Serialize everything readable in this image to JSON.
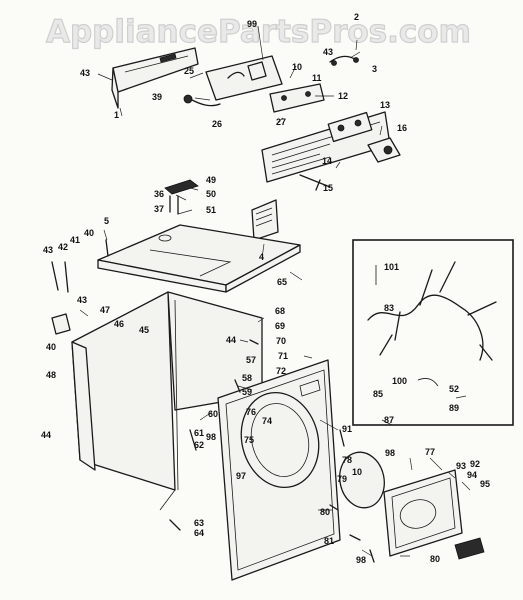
{
  "watermark": "AppliancePartsPros.com",
  "diagram": {
    "labels": [
      {
        "id": "p99",
        "text": "99"
      },
      {
        "id": "p2",
        "text": "2"
      },
      {
        "id": "p43a",
        "text": "43"
      },
      {
        "id": "p3",
        "text": "3"
      },
      {
        "id": "p43b",
        "text": "43"
      },
      {
        "id": "p1",
        "text": "1"
      },
      {
        "id": "p25",
        "text": "25"
      },
      {
        "id": "p10a",
        "text": "10"
      },
      {
        "id": "p11",
        "text": "11"
      },
      {
        "id": "p39",
        "text": "39"
      },
      {
        "id": "p26",
        "text": "26"
      },
      {
        "id": "p12",
        "text": "12"
      },
      {
        "id": "p27",
        "text": "27"
      },
      {
        "id": "p13",
        "text": "13"
      },
      {
        "id": "p16",
        "text": "16"
      },
      {
        "id": "p14",
        "text": "14"
      },
      {
        "id": "p15",
        "text": "15"
      },
      {
        "id": "p49",
        "text": "49"
      },
      {
        "id": "p36",
        "text": "36"
      },
      {
        "id": "p50",
        "text": "50"
      },
      {
        "id": "p37",
        "text": "37"
      },
      {
        "id": "p51",
        "text": "51"
      },
      {
        "id": "p5",
        "text": "5"
      },
      {
        "id": "p43c",
        "text": "43"
      },
      {
        "id": "p42",
        "text": "42"
      },
      {
        "id": "p41",
        "text": "41"
      },
      {
        "id": "p40a",
        "text": "40"
      },
      {
        "id": "p4",
        "text": "4"
      },
      {
        "id": "p65",
        "text": "65"
      },
      {
        "id": "p43d",
        "text": "43"
      },
      {
        "id": "p47",
        "text": "47"
      },
      {
        "id": "p46",
        "text": "46"
      },
      {
        "id": "p45",
        "text": "45"
      },
      {
        "id": "p40b",
        "text": "40"
      },
      {
        "id": "p68",
        "text": "68"
      },
      {
        "id": "p69",
        "text": "69"
      },
      {
        "id": "p44a",
        "text": "44"
      },
      {
        "id": "p70",
        "text": "70"
      },
      {
        "id": "p71",
        "text": "71"
      },
      {
        "id": "p57",
        "text": "57"
      },
      {
        "id": "p72",
        "text": "72"
      },
      {
        "id": "p48",
        "text": "48"
      },
      {
        "id": "p58",
        "text": "58"
      },
      {
        "id": "p59",
        "text": "59"
      },
      {
        "id": "p60",
        "text": "60"
      },
      {
        "id": "p76",
        "text": "76"
      },
      {
        "id": "p74",
        "text": "74"
      },
      {
        "id": "p75",
        "text": "75"
      },
      {
        "id": "p61",
        "text": "61"
      },
      {
        "id": "p98a",
        "text": "98"
      },
      {
        "id": "p62",
        "text": "62"
      },
      {
        "id": "p44b",
        "text": "44"
      },
      {
        "id": "p91",
        "text": "91"
      },
      {
        "id": "p98b",
        "text": "98"
      },
      {
        "id": "p77",
        "text": "77"
      },
      {
        "id": "p78",
        "text": "78"
      },
      {
        "id": "p92",
        "text": "92"
      },
      {
        "id": "p93",
        "text": "93"
      },
      {
        "id": "p94",
        "text": "94"
      },
      {
        "id": "p97",
        "text": "97"
      },
      {
        "id": "p10b",
        "text": "10"
      },
      {
        "id": "p79",
        "text": "79"
      },
      {
        "id": "p95",
        "text": "95"
      },
      {
        "id": "p80a",
        "text": "80"
      },
      {
        "id": "p63",
        "text": "63"
      },
      {
        "id": "p64",
        "text": "64"
      },
      {
        "id": "p81",
        "text": "81"
      },
      {
        "id": "p98c",
        "text": "98"
      },
      {
        "id": "p80b",
        "text": "80"
      },
      {
        "id": "p101",
        "text": "101"
      },
      {
        "id": "p83",
        "text": "83"
      },
      {
        "id": "p100",
        "text": "100"
      },
      {
        "id": "p85",
        "text": "85"
      },
      {
        "id": "p52",
        "text": "52"
      },
      {
        "id": "p89",
        "text": "89"
      },
      {
        "id": "p87",
        "text": "87"
      }
    ]
  }
}
